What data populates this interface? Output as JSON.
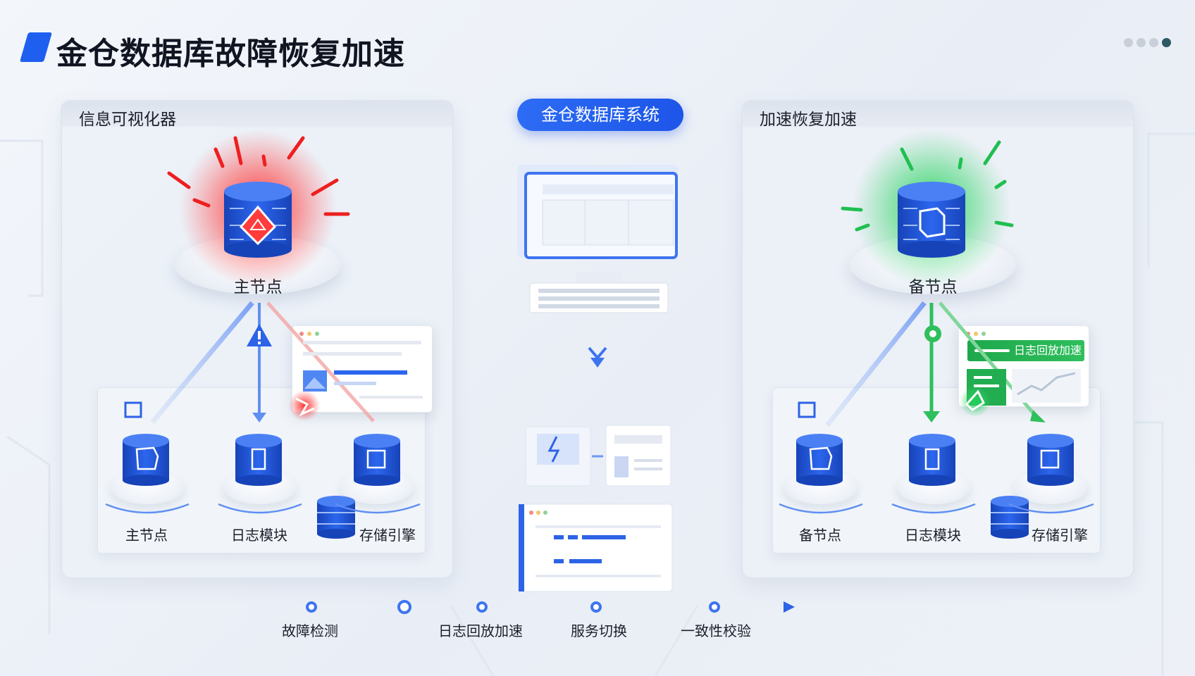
{
  "header": {
    "title": "金仓数据库故障恢复加速",
    "page_dots": 4,
    "active_dot": 4
  },
  "left_panel": {
    "title": "信息可视化器",
    "main_node_label": "主节点",
    "state_color": "#e8302b",
    "sub_nodes": [
      {
        "label": "主节点"
      },
      {
        "label": "日志模块"
      },
      {
        "label": "存储引擎"
      }
    ],
    "warning_icon": "warning-triangle-icon"
  },
  "center": {
    "system_label": "金仓数据库系统",
    "accent_color": "#1f5ff0"
  },
  "right_panel": {
    "title": "加速恢复加速",
    "main_node_label": "备节点",
    "state_color": "#22b04a",
    "log_card_label": "日志回放加速",
    "sub_nodes": [
      {
        "label": "备节点"
      },
      {
        "label": "日志模块"
      },
      {
        "label": "存储引擎"
      }
    ]
  },
  "timeline": {
    "steps": [
      {
        "label": "故障检测"
      },
      {
        "label": "日志回放加速"
      },
      {
        "label": "服务切换"
      },
      {
        "label": "一致性校验"
      }
    ]
  }
}
